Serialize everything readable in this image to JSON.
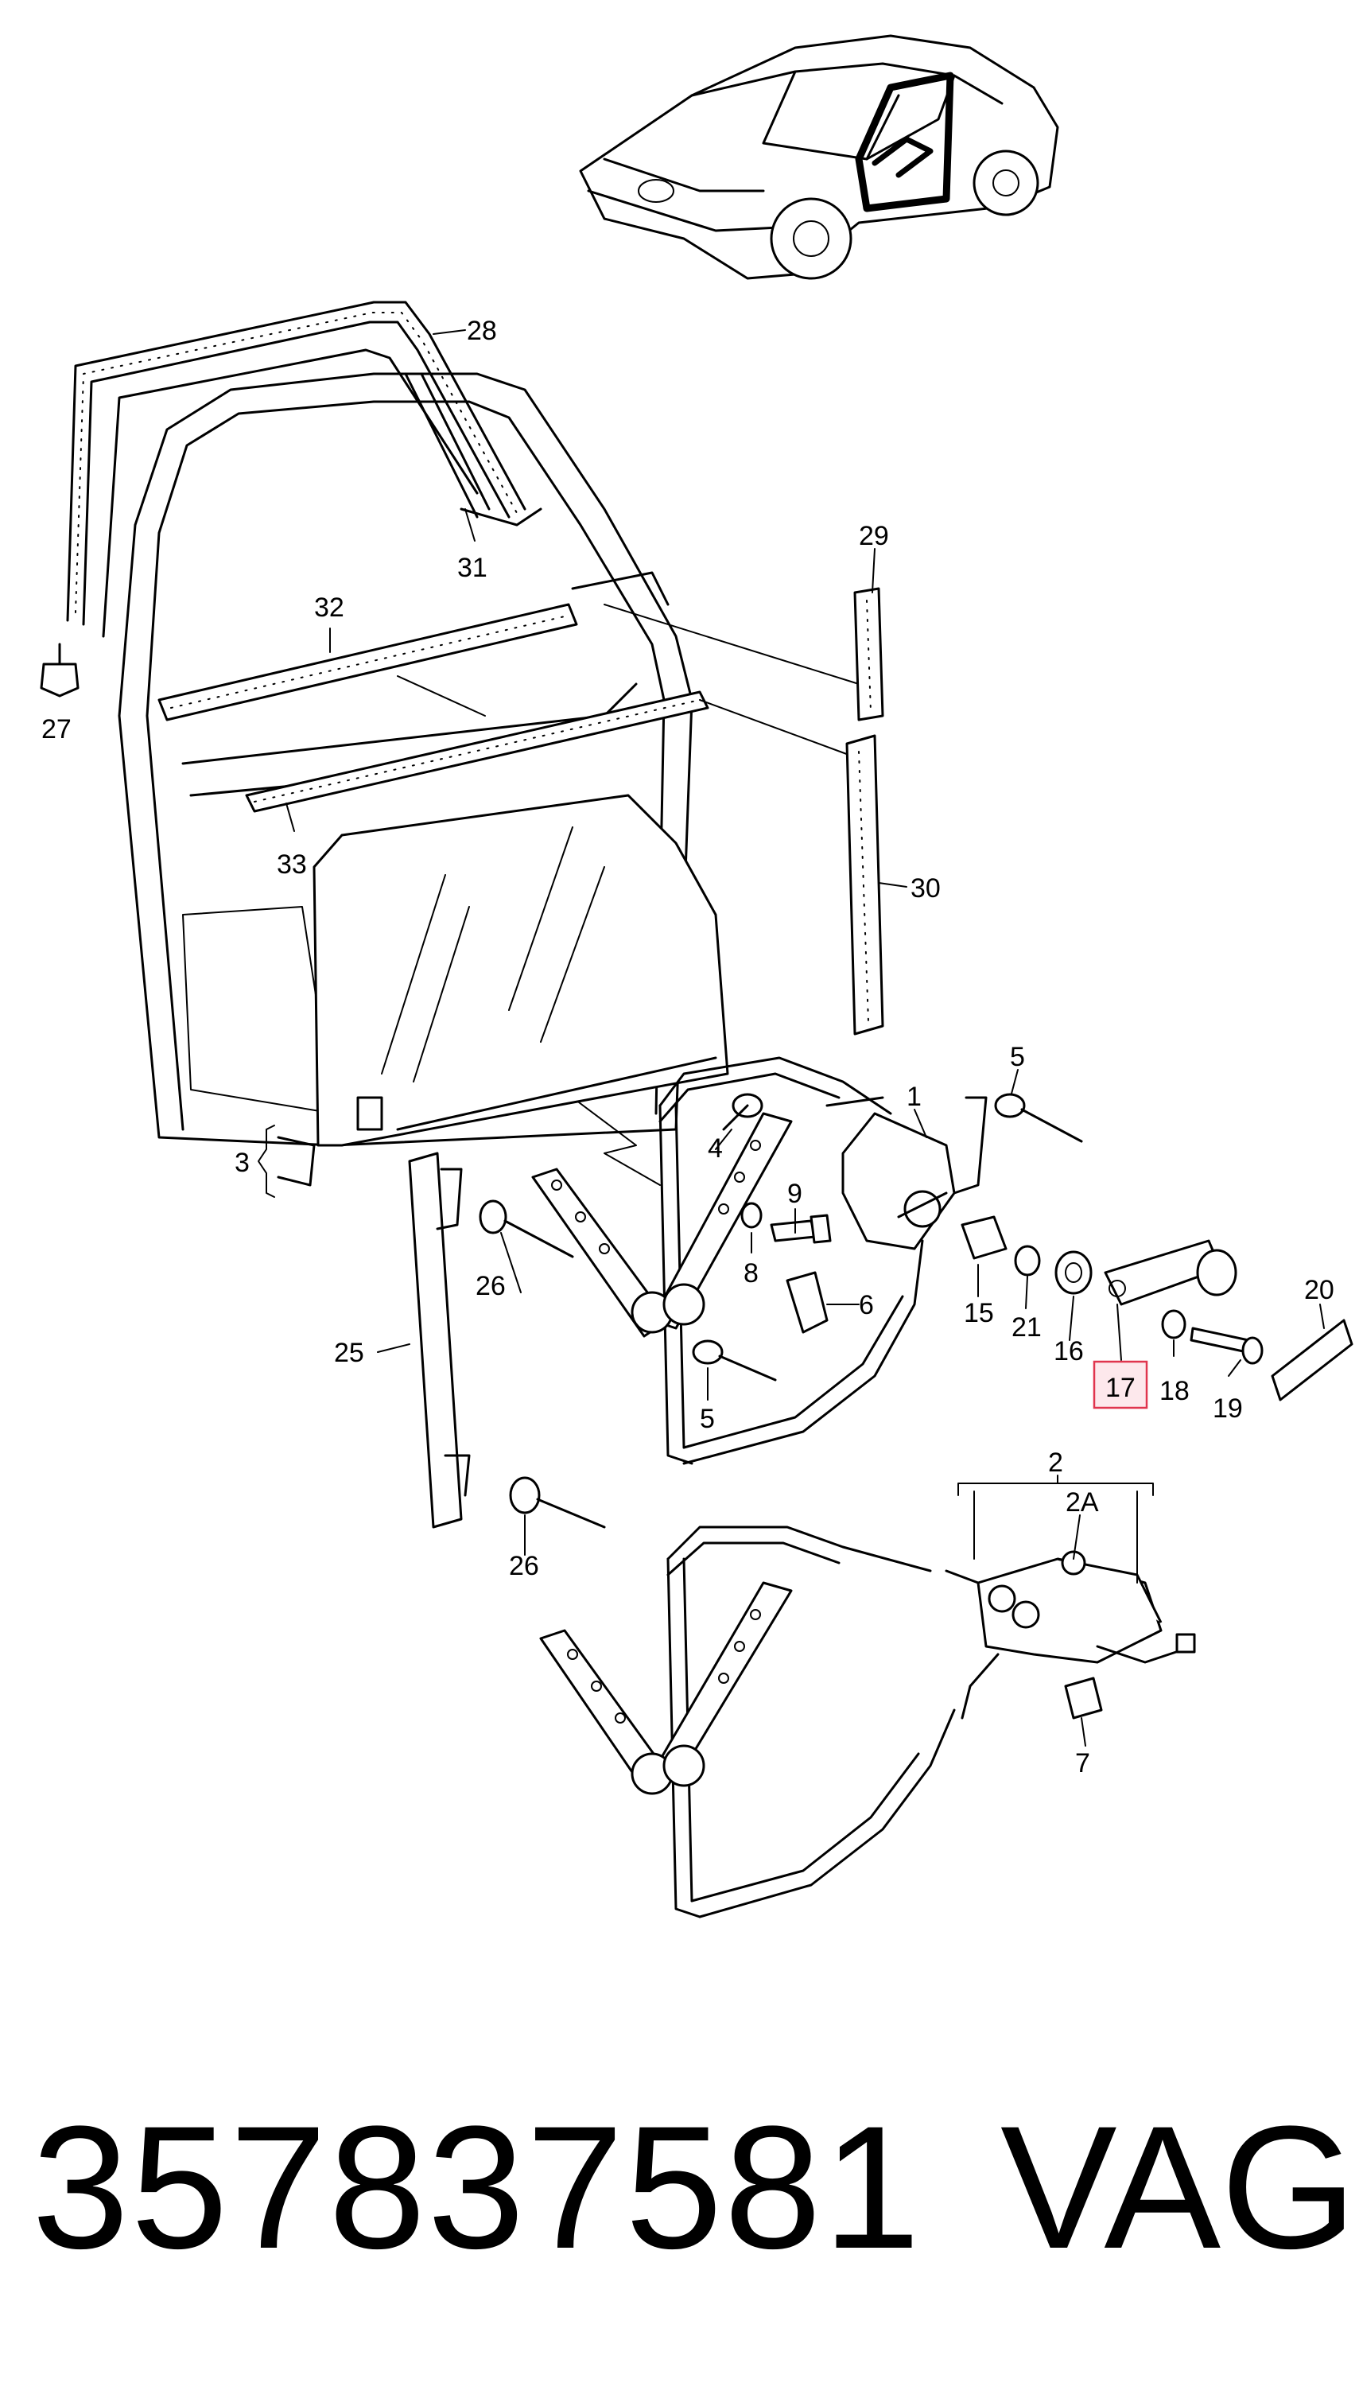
{
  "diagram": {
    "callouts": {
      "c1": "1",
      "c2": "2",
      "c2a": "2A",
      "c3": "3",
      "c4": "4",
      "c5a": "5",
      "c5b": "5",
      "c6": "6",
      "c7": "7",
      "c8": "8",
      "c9": "9",
      "c15": "15",
      "c16": "16",
      "c17": "17",
      "c18": "18",
      "c19": "19",
      "c20": "20",
      "c21": "21",
      "c25": "25",
      "c26a": "26",
      "c26b": "26",
      "c27": "27",
      "c28": "28",
      "c29": "29",
      "c30": "30",
      "c31": "31",
      "c32": "32",
      "c33": "33"
    },
    "highlighted_callout": "17",
    "highlight_color": "#e0354e"
  },
  "footer": {
    "part_number": "357837581",
    "brand": "VAG"
  }
}
